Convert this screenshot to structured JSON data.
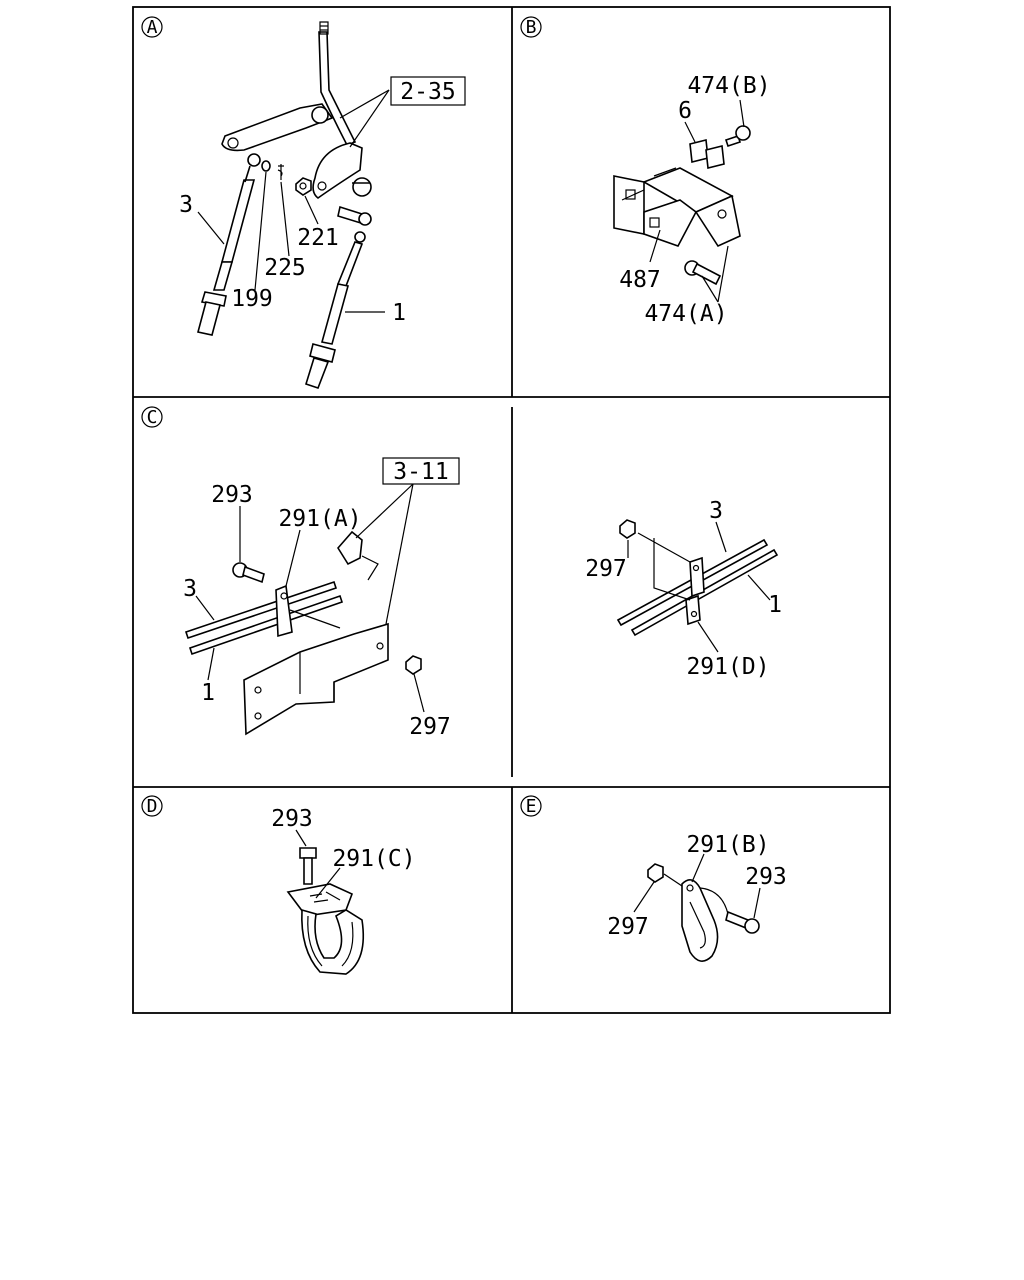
{
  "sections": {
    "A": {
      "letter": "A",
      "labels": {
        "ref": "2-35",
        "p3": "3",
        "p225": "225",
        "p221": "221",
        "p199": "199",
        "p1": "1"
      }
    },
    "B": {
      "letter": "B",
      "labels": {
        "p474b": "474(B)",
        "p6": "6",
        "p487": "487",
        "p474a": "474(A)"
      }
    },
    "C": {
      "letter": "C",
      "labels": {
        "ref": "3-11",
        "p293": "293",
        "p291a": "291(A)",
        "p3": "3",
        "p1": "1",
        "p297": "297"
      }
    },
    "C2": {
      "labels": {
        "p3": "3",
        "p297": "297",
        "p1": "1",
        "p291d": "291(D)"
      }
    },
    "D": {
      "letter": "D",
      "labels": {
        "p293": "293",
        "p291c": "291(C)"
      }
    },
    "E": {
      "letter": "E",
      "labels": {
        "p291b": "291(B)",
        "p293": "293",
        "p297": "297"
      }
    }
  }
}
